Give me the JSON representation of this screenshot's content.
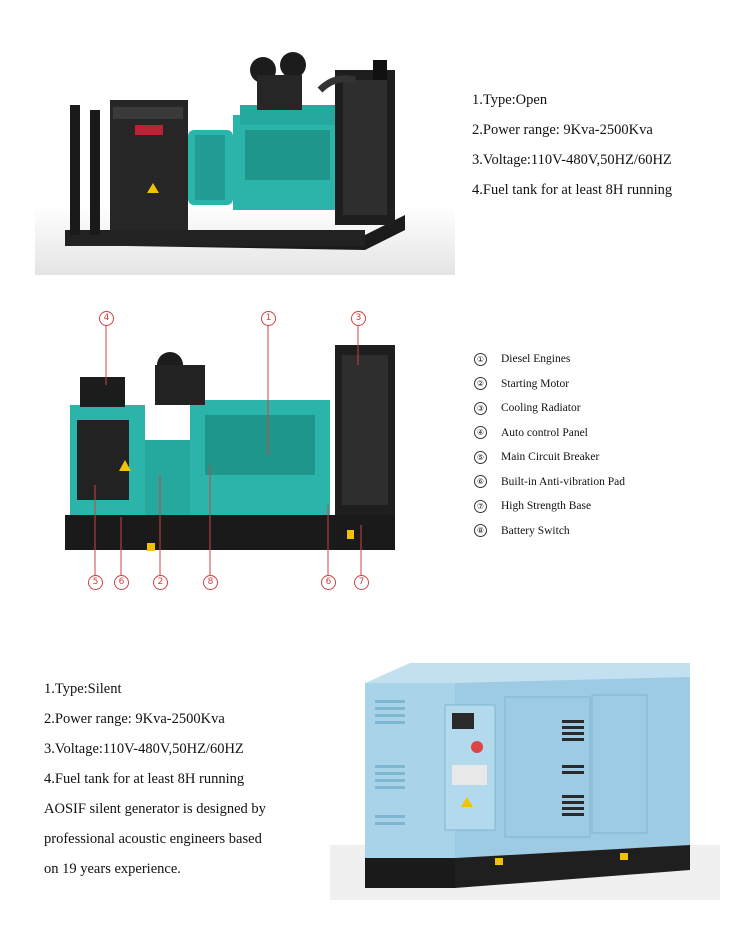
{
  "open_section": {
    "specs": [
      "1.Type:Open",
      "2.Power range: 9Kva-2500Kva",
      "3.Voltage:110V-480V,50HZ/60HZ",
      "4.Fuel tank for at least 8H running"
    ]
  },
  "diagram_section": {
    "callouts": [
      "1",
      "2",
      "3",
      "4",
      "5",
      "6",
      "7",
      "8"
    ],
    "legend": [
      {
        "num": "①",
        "label": "Diesel Engines"
      },
      {
        "num": "②",
        "label": "Starting Motor"
      },
      {
        "num": "③",
        "label": "Cooling Radiator"
      },
      {
        "num": "④",
        "label": "Auto control Panel"
      },
      {
        "num": "⑤",
        "label": "Main Circuit Breaker"
      },
      {
        "num": "⑥",
        "label": "Built-in Anti-vibration Pad"
      },
      {
        "num": "⑦",
        "label": "High Strength Base"
      },
      {
        "num": "⑧",
        "label": "Battery Switch"
      }
    ]
  },
  "silent_section": {
    "specs": [
      "1.Type:Silent",
      "2.Power range: 9Kva-2500Kva",
      "3.Voltage:110V-480V,50HZ/60HZ",
      "4.Fuel tank for at least 8H running",
      "AOSIF silent generator is designed by",
      "professional acoustic engineers based",
      "on 19 years experience."
    ]
  },
  "colors": {
    "engine_teal": "#2bb5aa",
    "canopy_blue": "#a9d3e8",
    "callout_red": "#d04040",
    "frame_black": "#1a1a1a"
  }
}
